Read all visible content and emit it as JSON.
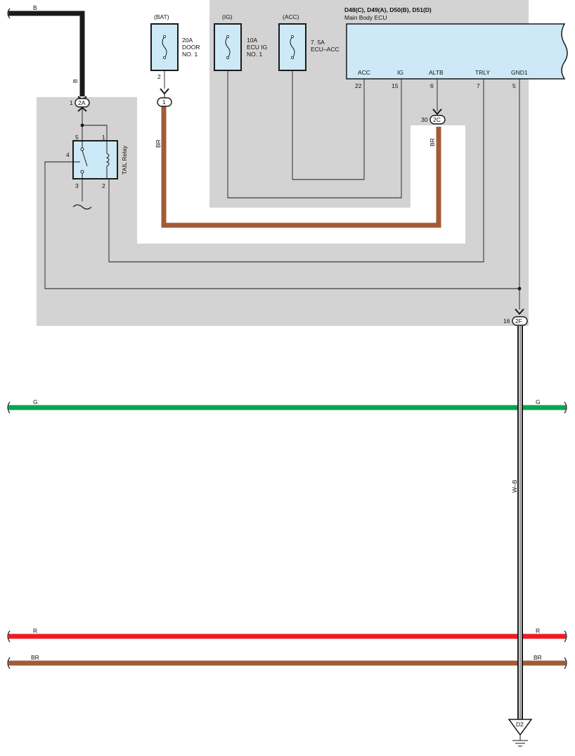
{
  "ecu": {
    "codes": "D48(C), D49(A), D50(B), D51(D)",
    "name": "Main Body ECU",
    "terminals": [
      {
        "label": "ACC",
        "pin": "22"
      },
      {
        "label": "IG",
        "pin": "15"
      },
      {
        "label": "ALTB",
        "pin": "6"
      },
      {
        "label": "TRLY",
        "pin": "7"
      },
      {
        "label": "GND1",
        "pin": "5"
      }
    ]
  },
  "fuses": [
    {
      "source": "(BAT)",
      "rating": "20A",
      "line1": "DOOR",
      "line2": "NO. 1",
      "pin": "2"
    },
    {
      "source": "(IG)",
      "rating": "10A",
      "line1": "ECU IG",
      "line2": "NO. 1",
      "pin": ""
    },
    {
      "source": "(ACC)",
      "rating": "7. 5A",
      "line1": "ECU–ACC",
      "line2": "",
      "pin": ""
    }
  ],
  "relay": {
    "name": "TAIL Relay",
    "pins": {
      "p1": "1",
      "p2": "2",
      "p3": "3",
      "p4": "4",
      "p5": "5"
    }
  },
  "connectors": {
    "c2a": {
      "id": "2A",
      "pin": "1"
    },
    "c1": {
      "id": "1"
    },
    "c2c": {
      "id": "2C",
      "pin": "30"
    },
    "c2f": {
      "id": "2F",
      "pin": "16"
    }
  },
  "ground": {
    "id": "D2"
  },
  "wires": {
    "b_top": "B",
    "b_vert": "B",
    "br_left": "BR",
    "br_right": "BR",
    "wb": "W–B",
    "g_left": "G",
    "g_right": "G",
    "r_left": "R",
    "r_right": "R",
    "br_bus_left": "BR",
    "br_bus_right": "BR"
  },
  "colors": {
    "black": "#1a1a1a",
    "brown": "#a35a37",
    "green": "#00a651",
    "red": "#ed1c24",
    "ecu_fill": "#cde9f7",
    "fuse_fill": "#cde9f7",
    "shade": "#d3d3d3"
  }
}
